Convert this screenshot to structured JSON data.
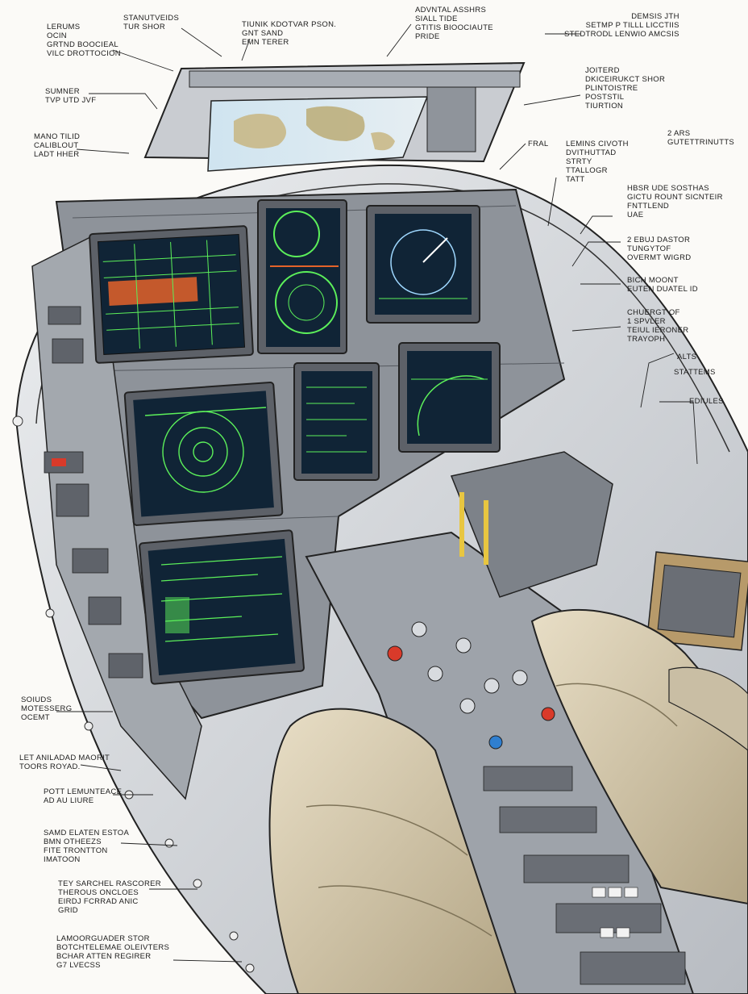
{
  "diagram": {
    "subject": "cockpit",
    "colors": {
      "paper": "#fbfaf7",
      "ink": "#1e1e1e",
      "hull": "#d6d9dd",
      "panel": "#8c9198",
      "panel_dark": "#5d6168",
      "screen": "#102436",
      "screen_green": "#5cf05a",
      "screen_orange": "#e4632a",
      "seat": "#d8ccb0",
      "seat_shadow": "#a99c80",
      "accent_red": "#d93a2a",
      "accent_blue": "#2f7fd0",
      "accent_yellow": "#e8c640"
    }
  },
  "callouts": [
    {
      "id": "c01",
      "lines": [
        "LERUMS",
        "OCIN",
        "GRTND BOOCIEAL",
        "VILC DROTTOCION"
      ]
    },
    {
      "id": "c02",
      "lines": [
        "STANUTVEIDS",
        "TUR SHOR"
      ]
    },
    {
      "id": "c03",
      "lines": [
        "TIUNIK KDOTVAR PSON.",
        "GNT SAND",
        "EMN TERER"
      ]
    },
    {
      "id": "c04",
      "lines": [
        "ADVNTAL ASSHRS",
        "SIALL TIDE",
        "GTITIS BIOOCIAUTE",
        "PRIDE"
      ]
    },
    {
      "id": "c05",
      "lines": [
        "DEMSIS JTH",
        "SETMP P TILLL LICCTIIS",
        "STEDTRODL LENWIO AMCSIS"
      ]
    },
    {
      "id": "c06",
      "lines": [
        "JOITERD",
        "DKICEIRUKCT SHOR",
        "PLINTOISTRE",
        "POSTSTIL",
        "TIURTION"
      ]
    },
    {
      "id": "c07",
      "lines": [
        "SUMNER",
        "TVP UTD JVF"
      ]
    },
    {
      "id": "c08",
      "lines": [
        "MANO TILID",
        "CALIBLOUT",
        "LADT HHER"
      ]
    },
    {
      "id": "c09",
      "lines": [
        "FRAL"
      ]
    },
    {
      "id": "c10",
      "lines": [
        "LEMINS CIVOTH",
        "DVITHUTTAD",
        "STRTY",
        "TTALLOGR",
        "TATT"
      ]
    },
    {
      "id": "c11",
      "lines": [
        "2 ARS",
        "GUTETTRINUTTS"
      ]
    },
    {
      "id": "c12",
      "lines": [
        "HBSR UDE SOSTHAS",
        "GICTU ROUNT SICNTEIR",
        "FNTTLEND",
        "UAE"
      ]
    },
    {
      "id": "c13",
      "lines": [
        "2 EBUJ DASTOR",
        "TUNGYTOF",
        "OVERMT WIGRD"
      ]
    },
    {
      "id": "c14",
      "lines": [
        "BICH MOONT",
        "EUTEN DUATEL ID"
      ]
    },
    {
      "id": "c15",
      "lines": [
        "CHUERGT OF",
        "1 SPVLER",
        "TEIUL IERONER",
        "TRAYOPH"
      ]
    },
    {
      "id": "c16",
      "lines": [
        "ALTS"
      ]
    },
    {
      "id": "c17",
      "lines": [
        "STATTEMS"
      ]
    },
    {
      "id": "c18",
      "lines": [
        "EDIULES"
      ]
    },
    {
      "id": "c19",
      "lines": [
        "SOIUDS",
        "MOTESSERG",
        "OCEMT"
      ]
    },
    {
      "id": "c20",
      "lines": [
        "LET ANILADAD MAORIT",
        "TOORS ROYAD."
      ]
    },
    {
      "id": "c21",
      "lines": [
        "POTT LEMUNTEACE",
        "AD AU LIURE"
      ]
    },
    {
      "id": "c22",
      "lines": [
        "SAMD ELATEN ESTOA",
        "BMN OTHEEZS",
        "FITE TRONTTON",
        "IMATOON"
      ]
    },
    {
      "id": "c23",
      "lines": [
        "TEY SARCHEL RASCORER",
        "THEROUS ONCLOES",
        "EIRDJ FCRRAD ANIC",
        "GRID"
      ]
    },
    {
      "id": "c24",
      "lines": [
        "LAMOORGUADER STOR",
        "BOTCHTELEMAE OLEIVTERS",
        "BCHAR ATTEN REGIRER",
        "G7 LVECSS"
      ]
    }
  ]
}
